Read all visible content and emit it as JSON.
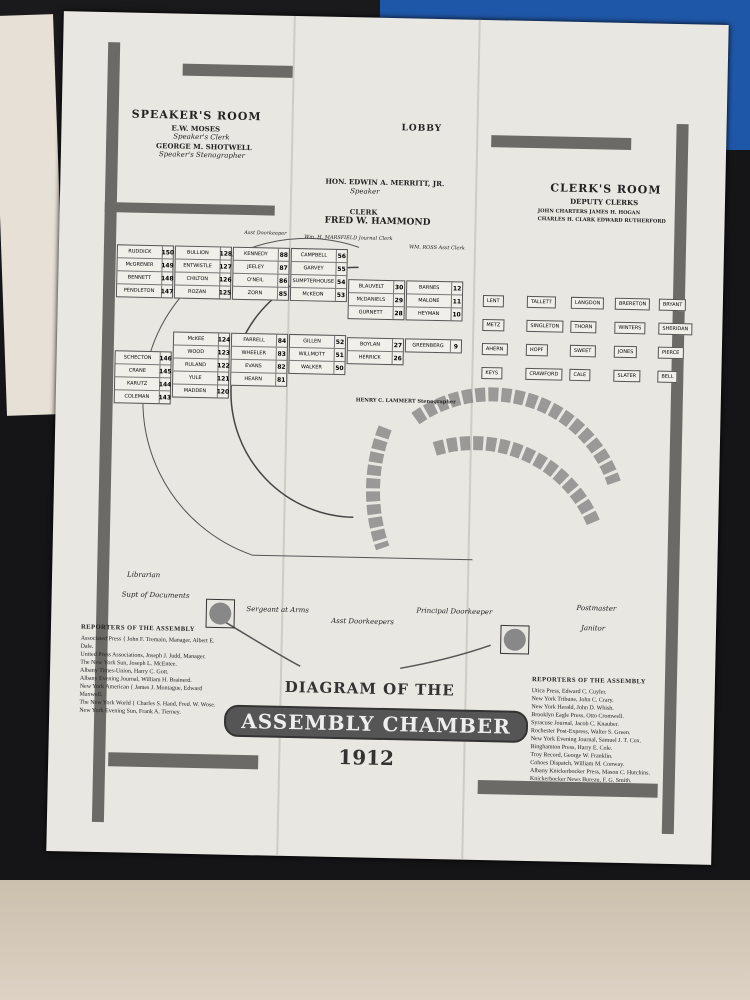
{
  "rooms": {
    "speakers_room": {
      "title": "SPEAKER'S ROOM",
      "lines": [
        "E.W. MOSES",
        "Speaker's Clerk",
        "GEORGE M. SHOTWELL",
        "Speaker's Stenographer"
      ]
    },
    "lobby": "LOBBY",
    "speaker": {
      "name": "HON. EDWIN A. MERRITT, JR.",
      "role": "Speaker"
    },
    "clerk": {
      "role": "CLERK",
      "name": "FRED W. HAMMOND"
    },
    "journal_clerk": "Wm. H. MARSFIELD Journal Clerk",
    "asst_clerk": "WM. ROSS Asst Clerk",
    "asst_door": "Asst Doorkeeper",
    "stenographer": "HENRY C. LAMMERT Stenographer",
    "clerks_room": {
      "title": "CLERK'S ROOM",
      "subtitle": "DEPUTY CLERKS",
      "lines": [
        "JOHN CHARTERS   JAMES H. HOGAN",
        "CHARLES H. CLARK   EDWARD RUTHERFORD"
      ]
    }
  },
  "staff": {
    "librarian": "Librarian",
    "supt": "Supt of Documents",
    "sergeant": "Sergeant at Arms",
    "asst_doorkeepers": "Asst Doorkeepers",
    "principal_doorkeeper": "Principal Doorkeeper",
    "postmaster": "Postmaster",
    "janitor": "Janitor"
  },
  "seat_blocks": [
    [
      [
        "RUDDICK",
        "150"
      ],
      [
        "McGRENER",
        "149"
      ],
      [
        "BENNETT",
        "148"
      ],
      [
        "PENDLETON",
        "147"
      ]
    ],
    [
      [
        "BULLION",
        "128"
      ],
      [
        "ENTWISTLE",
        "127"
      ],
      [
        "CHILTON",
        "126"
      ],
      [
        "ROZAN",
        "125"
      ]
    ],
    [
      [
        "KENNEDY",
        "88"
      ],
      [
        "JEELEY",
        "87"
      ],
      [
        "O'NEIL",
        "86"
      ],
      [
        "ZORN",
        "85"
      ]
    ],
    [
      [
        "CAMPBELL",
        "56"
      ],
      [
        "GARVEY",
        "55"
      ],
      [
        "SUMPTERHOUSE",
        "54"
      ],
      [
        "McKEON",
        "53"
      ]
    ],
    [
      [
        "BLAUVELT",
        "30"
      ],
      [
        "McDANIELS",
        "29"
      ],
      [
        "GURNETT",
        "28"
      ]
    ],
    [
      [
        "BARNES",
        "12"
      ],
      [
        "MALONE",
        "11"
      ],
      [
        "HEYMAN",
        "10"
      ]
    ],
    [
      [
        "SCHECTON",
        "146"
      ],
      [
        "CRANE",
        "145"
      ],
      [
        "KARUTZ",
        "144"
      ],
      [
        "COLEMAN",
        "143"
      ]
    ],
    [
      [
        "McKEE",
        "124"
      ],
      [
        "WOOD",
        "123"
      ],
      [
        "RULAND",
        "122"
      ],
      [
        "YULE",
        "121"
      ],
      [
        "MADDEN",
        "120"
      ]
    ],
    [
      [
        "FARRELL",
        "84"
      ],
      [
        "WHEELER",
        "83"
      ],
      [
        "EVANS",
        "82"
      ],
      [
        "HEARN",
        "81"
      ]
    ],
    [
      [
        "GILLEN",
        "52"
      ],
      [
        "WILLMOTT",
        "51"
      ],
      [
        "WALKER",
        "50"
      ]
    ],
    [
      [
        "BOYLAN",
        "27"
      ],
      [
        "HERRICK",
        "26"
      ]
    ],
    [
      [
        "GREENBERG",
        "9"
      ]
    ]
  ],
  "right_seats": [
    "LENT",
    "TALLETT",
    "LANGDON",
    "BRERETON",
    "BRYANT",
    "METZ",
    "SINGLETON",
    "THORN",
    "WINTERS",
    "SHERIDAN",
    "AHERN",
    "HOPF",
    "SWEET",
    "JONES",
    "PIERCE",
    "KEYS",
    "CRAWFORD",
    "CALE",
    "SLATER",
    "BELL"
  ],
  "reporters_left": {
    "title": "REPORTERS OF THE ASSEMBLY",
    "lines": [
      "Associated Press { John F. Tremain, Manager, Albert E. Dale.",
      "United Press Associations, Joseph J. Judd, Manager.",
      "The New York Sun, Joseph L. McEntee.",
      "Albany Times-Union, Harry C. Gott.",
      "Albany Evening Journal, William H. Brainerd.",
      "New York American { James J. Montague, Edward Maxwell.",
      "The New York World { Charles S. Hand, Fred. W. Wose.",
      "New York Evening Sun, Frank A. Tierney."
    ]
  },
  "reporters_right": {
    "title": "REPORTERS OF THE ASSEMBLY",
    "lines": [
      "Utica Press, Edward C. Cuyler.",
      "New York Tribune, John C. Crary.",
      "New York Herald, John D. Whish.",
      "Brooklyn Eagle Press, Otto Cromwell.",
      "Syracuse Journal, Jacob C. Knauber.",
      "Rochester Post-Express, Walter S. Green.",
      "New York Evening Journal, Samuel J. T. Cox.",
      "Binghamton Press, Harry E. Cole.",
      "Troy Record, George W. Franklin.",
      "Cohoes Dispatch, William M. Conway.",
      "Albany Knickerbocker Press, Mason C. Hutchins.",
      "Knickerbocker News Bureau, F. G. Smith."
    ]
  },
  "title": {
    "line1": "DIAGRAM OF THE",
    "line2": "ASSEMBLY CHAMBER",
    "year": "1912"
  }
}
